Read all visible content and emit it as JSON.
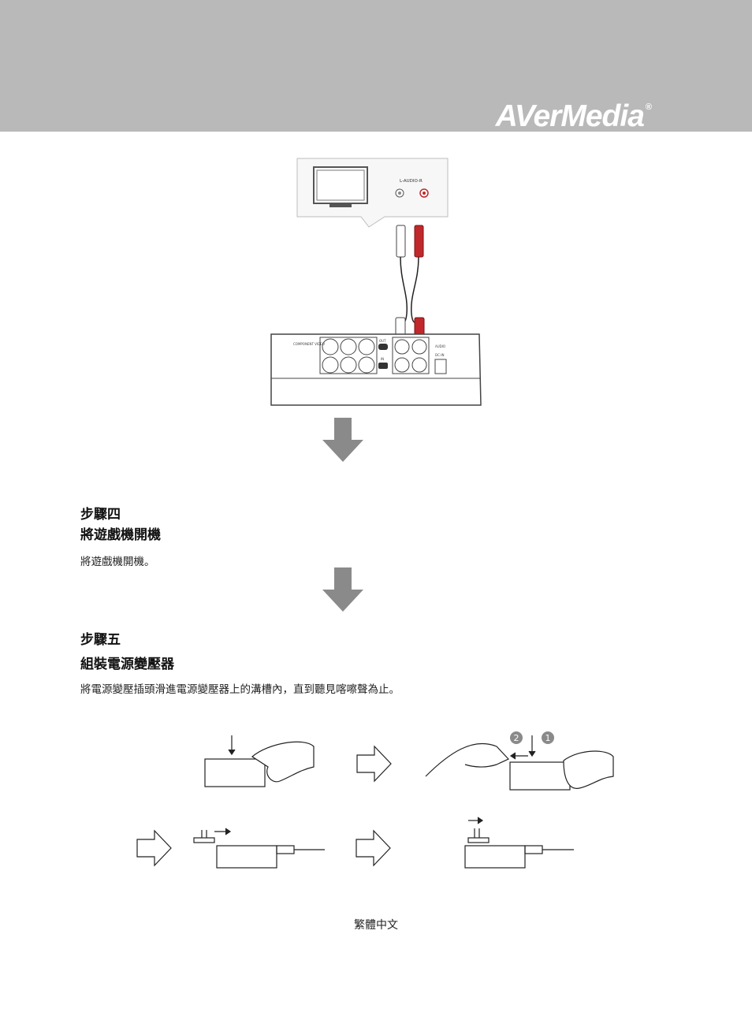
{
  "header": {
    "logo_text": "AVerMedia",
    "logo_mark": "®"
  },
  "figure1": {
    "tv_port_label": "L-AUDIO-R",
    "device_labels": {
      "component_video": "COMPONENT VIDEO",
      "audio": "AUDIO",
      "dc_in": "DC-IN",
      "out": "OUT",
      "in": "IN"
    }
  },
  "step4": {
    "heading": "步驟四",
    "title": "將遊戲機開機",
    "text": "將遊戲機開機。"
  },
  "step5": {
    "heading": "步驟五",
    "title": "組裝電源變壓器",
    "text": "將電源變壓插頭滑進電源變壓器上的溝槽內，直到聽見喀嚓聲為止。"
  },
  "figure2": {
    "step_badges": [
      "2",
      "1"
    ]
  },
  "footer": {
    "language": "繁體中文"
  }
}
